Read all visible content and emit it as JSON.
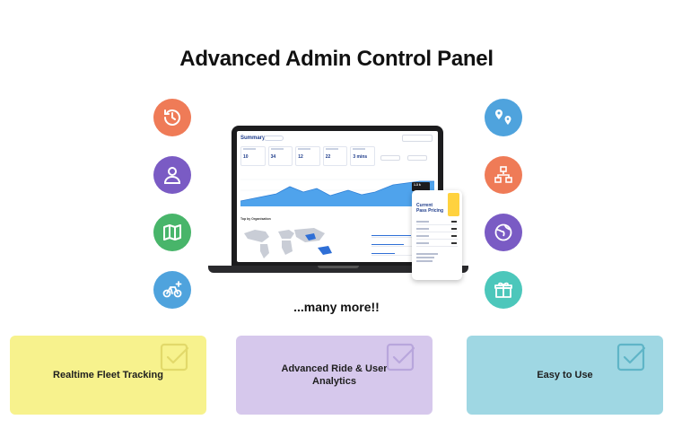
{
  "page": {
    "title": "Advanced Admin Control Panel",
    "tagline": "...many more!!"
  },
  "icons_left": [
    {
      "icon": "history-clock-icon",
      "color": "#ef7b57"
    },
    {
      "icon": "user-icon",
      "color": "#7a5bc4"
    },
    {
      "icon": "map-icon",
      "color": "#48b56a"
    },
    {
      "icon": "bicycle-add-icon",
      "color": "#4fa3dd"
    }
  ],
  "icons_right": [
    {
      "icon": "route-pins-icon",
      "color": "#4fa3dd"
    },
    {
      "icon": "fleet-hub-icon",
      "color": "#ef7b57"
    },
    {
      "icon": "globe-icon",
      "color": "#7a5bc4"
    },
    {
      "icon": "gift-icon",
      "color": "#4cc7bb"
    }
  ],
  "dashboard": {
    "header": "Summary",
    "stats": [
      "10",
      "34",
      "12",
      "22",
      "3 mins"
    ],
    "chart_tooltip": "1.3 k",
    "section": "Top by Organisation",
    "phone_title": "Current Pass Pricing"
  },
  "cards": [
    {
      "label": "Realtime Fleet Tracking",
      "bg": "#f7f28d",
      "check": "#e2d96a"
    },
    {
      "label": "Advanced Ride & User Analytics",
      "bg": "#d6c8ec",
      "check": "#b8a6dc"
    },
    {
      "label": "Easy to Use",
      "bg": "#9fd7e3",
      "check": "#5fb5c7"
    }
  ]
}
